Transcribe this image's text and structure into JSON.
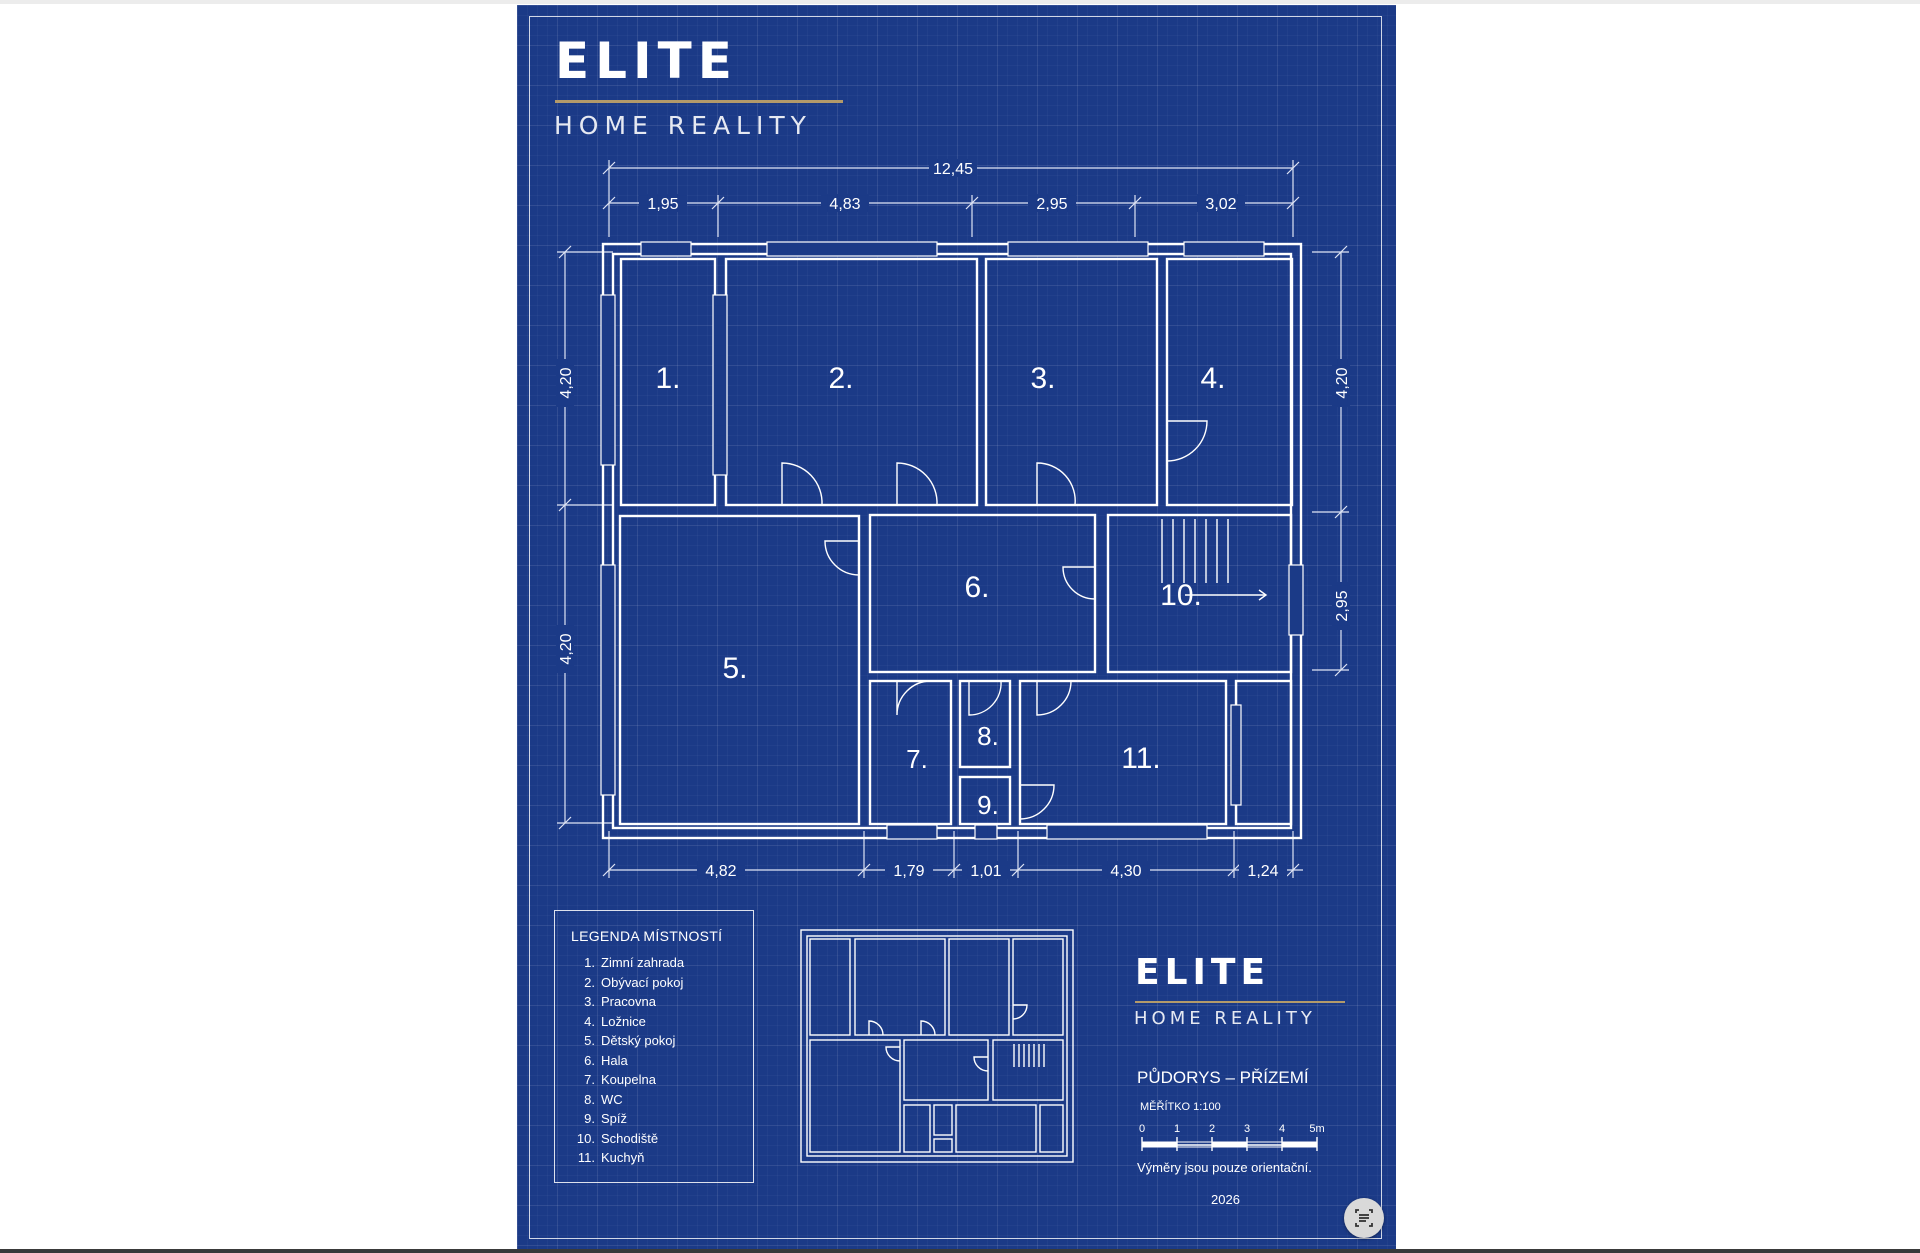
{
  "brand": {
    "wordmark": "ELITE",
    "subtitle": "HOME REALITY",
    "gold_color": "#b39a6a"
  },
  "colors": {
    "blueprint": "#1b3a87",
    "line": "#ffffff"
  },
  "dimensions": {
    "overall_width": "12,45",
    "top_segments": [
      "1,95",
      "4,83",
      "2,95",
      "3,02"
    ],
    "bottom_segments": [
      "4,82",
      "1,79",
      "1,01",
      "4,30",
      "1,24"
    ],
    "left_segments": [
      "4,20",
      "4,20"
    ],
    "right_segments": [
      "4,20",
      "2,95"
    ]
  },
  "rooms": [
    {
      "num": "1."
    },
    {
      "num": "2."
    },
    {
      "num": "3."
    },
    {
      "num": "4."
    },
    {
      "num": "5."
    },
    {
      "num": "6."
    },
    {
      "num": "7."
    },
    {
      "num": "8."
    },
    {
      "num": "9."
    },
    {
      "num": "10."
    },
    {
      "num": "11."
    }
  ],
  "legend": {
    "title": "LEGENDA MÍSTNOSTÍ",
    "items": [
      {
        "num": "1.",
        "label": "Zimní zahrada"
      },
      {
        "num": "2.",
        "label": "Obývací pokoj"
      },
      {
        "num": "3.",
        "label": "Pracovna"
      },
      {
        "num": "4.",
        "label": "Ložnice"
      },
      {
        "num": "5.",
        "label": "Dětský pokoj"
      },
      {
        "num": "6.",
        "label": "Hala"
      },
      {
        "num": "7.",
        "label": "Koupelna"
      },
      {
        "num": "8.",
        "label": "WC"
      },
      {
        "num": "9.",
        "label": "Spíž"
      },
      {
        "num": "10.",
        "label": "Schodiště"
      },
      {
        "num": "11.",
        "label": "Kuchyň"
      }
    ]
  },
  "info": {
    "plan_title": "PŮDORYS – PŘÍZEMÍ",
    "scale_label": "MĚŘÍTKO 1:100",
    "scale_ticks": [
      "0",
      "1",
      "2",
      "3",
      "4",
      "5m"
    ],
    "disclaimer": "Výměry jsou pouze orientační.",
    "year": "2026"
  },
  "fab_icon": "text-scan-icon"
}
